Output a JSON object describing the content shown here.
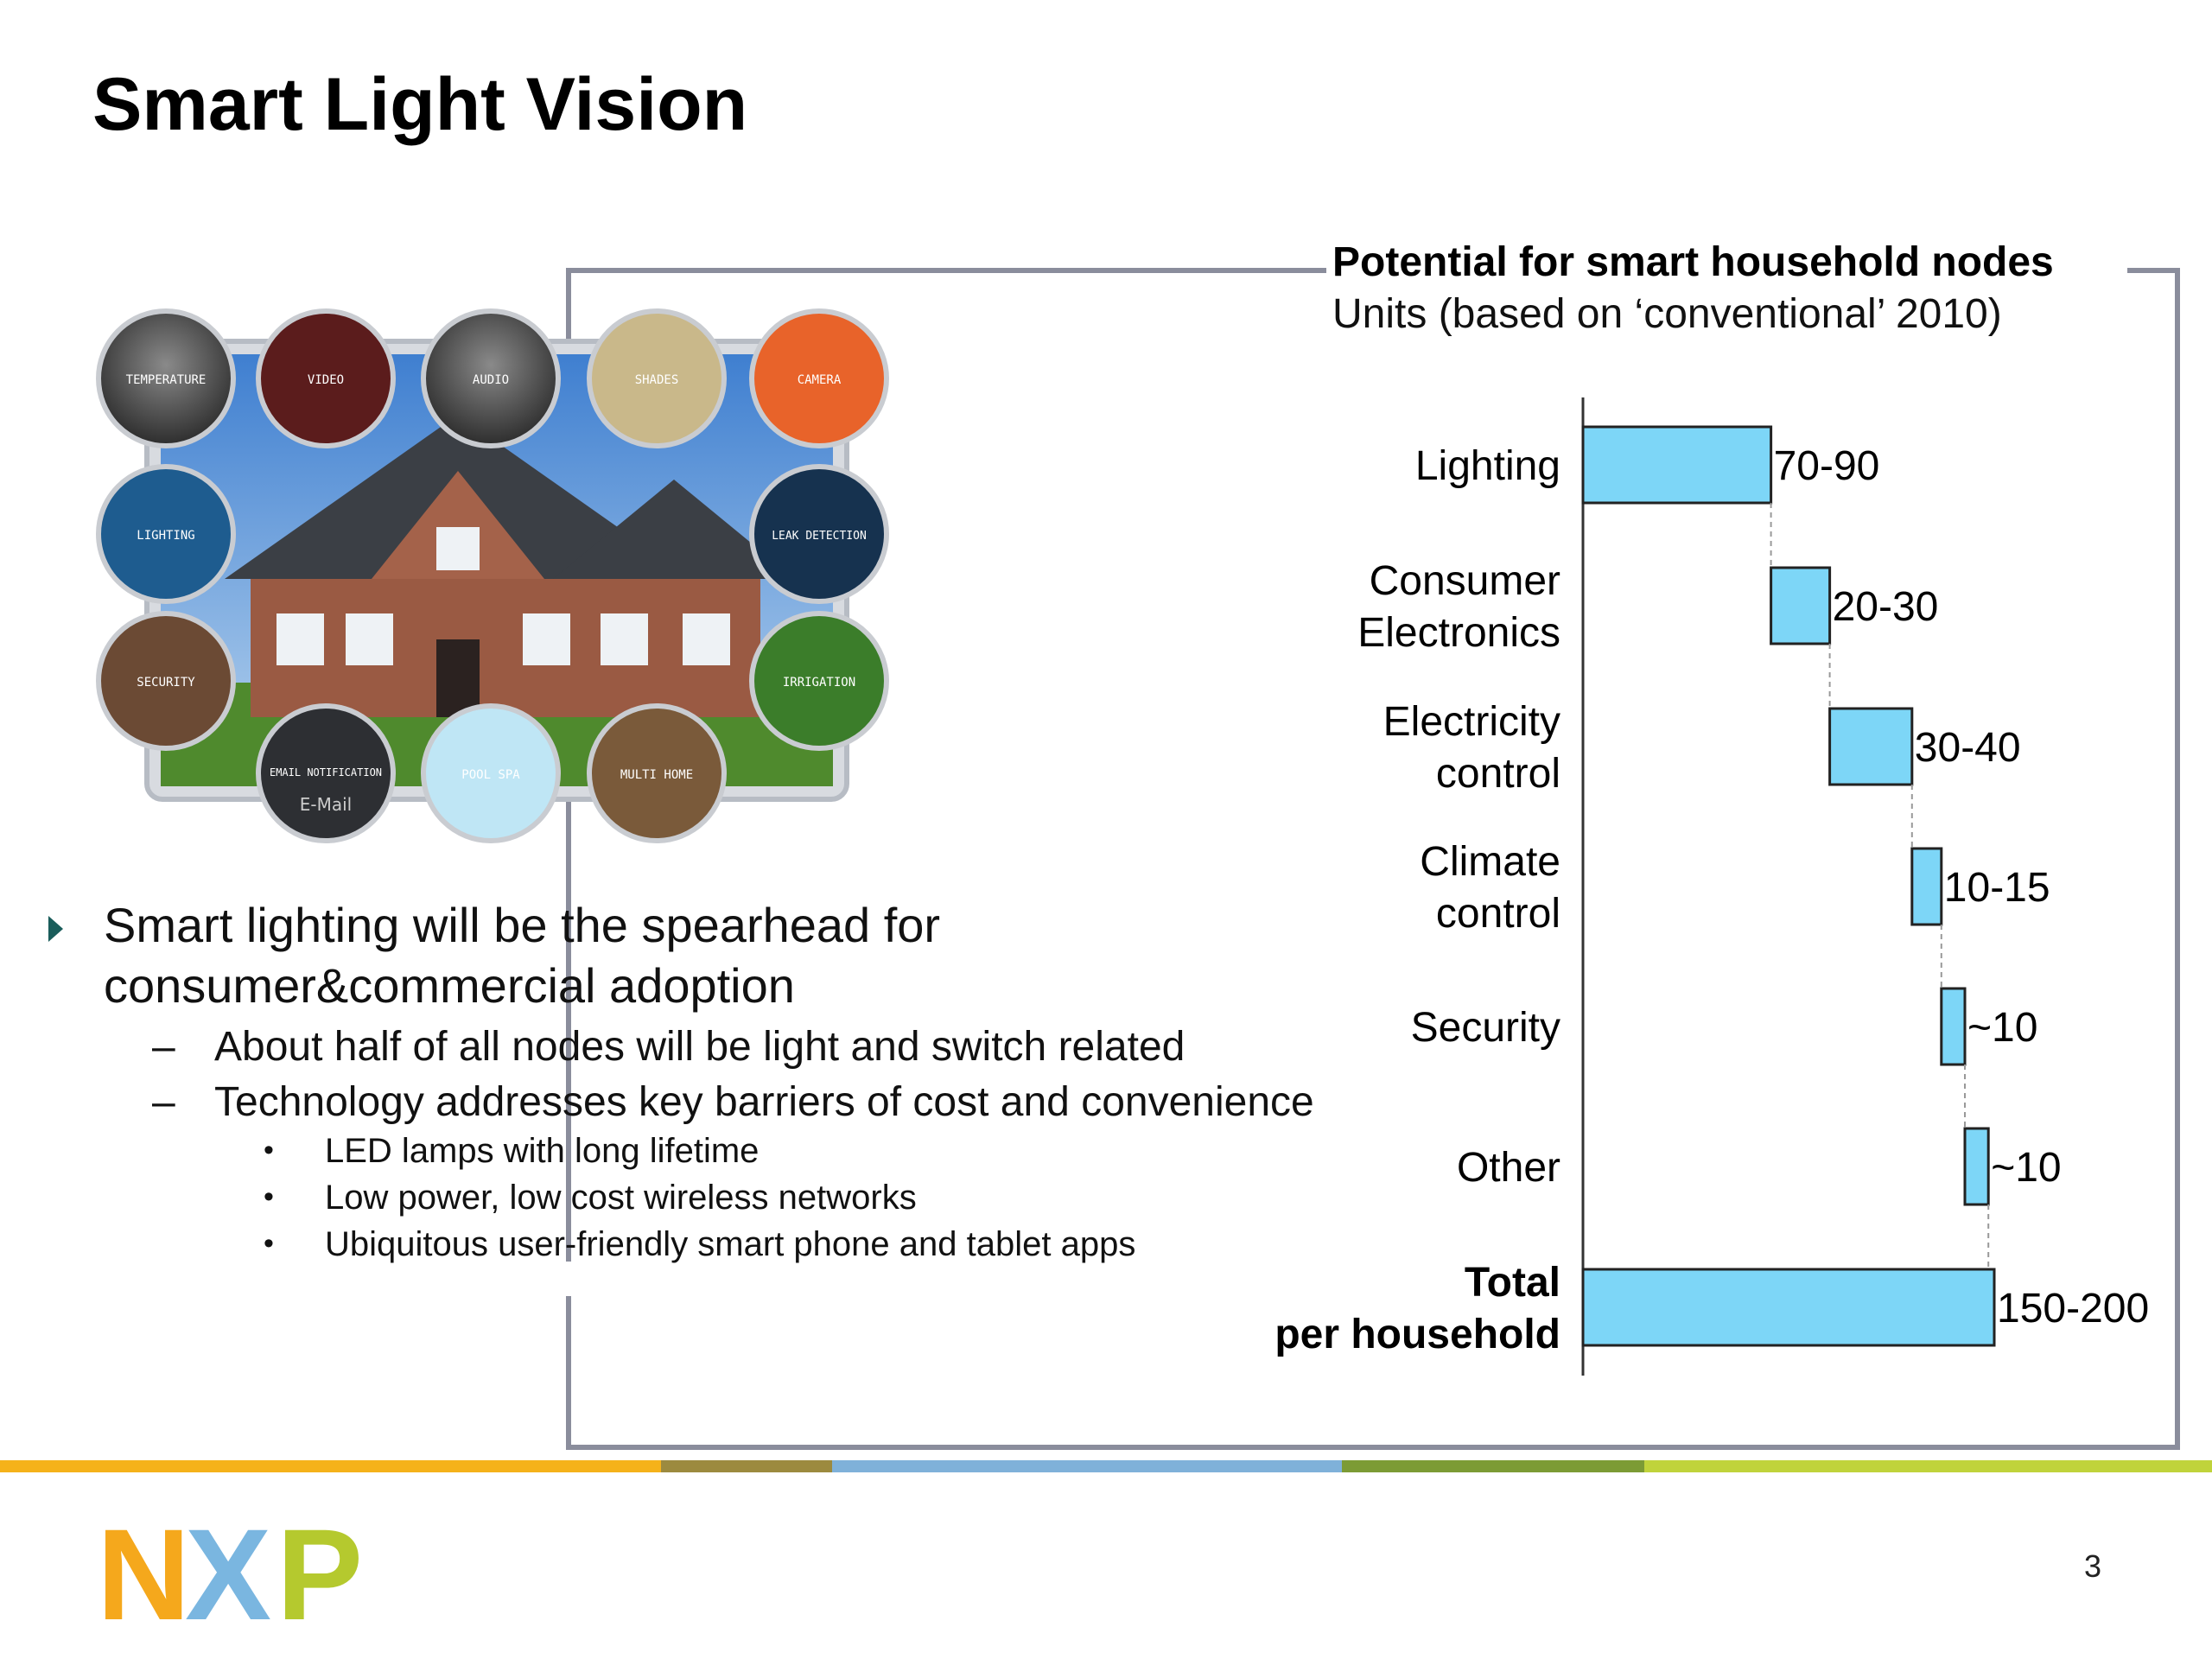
{
  "slide": {
    "title": "Smart Light Vision",
    "page_number": "3"
  },
  "bullets": {
    "main": "Smart lighting will be the spearhead for consumer&commercial adoption",
    "dash_marker": "–",
    "dot_marker": "•",
    "sub": [
      "About half of all nodes will be light and switch related",
      "Technology addresses key barriers of cost and convenience"
    ],
    "subsub": [
      "LED lamps with long lifetime",
      "Low power, low cost wireless networks",
      "Ubiquitous user-friendly smart phone and tablet apps"
    ]
  },
  "house_graphic": {
    "tiles": [
      "TEMPERATURE",
      "VIDEO",
      "AUDIO",
      "SHADES",
      "CAMERA",
      "LIGHTING",
      "LEAK DETECTION",
      "SECURITY",
      "IRRIGATION",
      "EMAIL NOTIFICATION",
      "POOL SPA",
      "MULTI HOME"
    ],
    "email_text": "E-Mail"
  },
  "colors": {
    "bar_fill": "#7dd6f7",
    "frame": "#8a8d9c",
    "footer_segments": [
      "#f5b21a",
      "#9c8a3f",
      "#7fb1d9",
      "#7c9b35",
      "#c0d33b"
    ],
    "logo_n": "#f5a81c",
    "logo_x": "#7ab6e0",
    "logo_p": "#b5c92e"
  },
  "logo": {
    "letters": [
      "N",
      "X",
      "P"
    ]
  },
  "chart_data": {
    "type": "bar",
    "orientation": "horizontal",
    "variant": "waterfall",
    "title": "Potential for smart household nodes",
    "subtitle": "Units (based on ‘conventional’ 2010)",
    "categories": [
      {
        "lines": [
          "Lighting"
        ],
        "bold": false
      },
      {
        "lines": [
          "Consumer",
          "Electronics"
        ],
        "bold": false
      },
      {
        "lines": [
          "Electricity",
          "control"
        ],
        "bold": false
      },
      {
        "lines": [
          "Climate",
          "control"
        ],
        "bold": false
      },
      {
        "lines": [
          "Security"
        ],
        "bold": false
      },
      {
        "lines": [
          "Other"
        ],
        "bold": false
      },
      {
        "lines": [
          "Total",
          "per household"
        ],
        "bold": true
      }
    ],
    "values": [
      80,
      25,
      35,
      12.5,
      10,
      10,
      175
    ],
    "labels": [
      "70-90",
      "20-30",
      "30-40",
      "10-15",
      "~10",
      "~10",
      "150-200"
    ],
    "start_values": [
      0,
      80,
      105,
      140,
      152.5,
      162.5,
      0
    ],
    "xlim": [
      0,
      175
    ]
  }
}
